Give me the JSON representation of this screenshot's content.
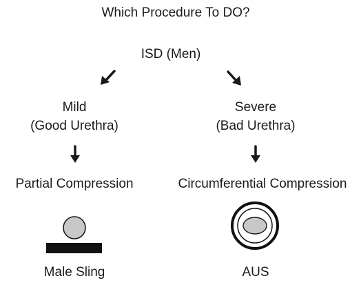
{
  "title": "Which Procedure To DO?",
  "root": "ISD (Men)",
  "branches": [
    {
      "severity": "Mild",
      "urethra": "(Good Urethra)",
      "compression": "Partial Compression",
      "device": "Male Sling"
    },
    {
      "severity": "Severe",
      "urethra": "(Bad Urethra)",
      "compression": "Circumferential Compression",
      "device": "AUS"
    }
  ],
  "colors": {
    "text": "#1a1a1a",
    "arrow": "#1a1a1a",
    "urethra_fill": "#c8c8c8",
    "sling": "#111111"
  }
}
